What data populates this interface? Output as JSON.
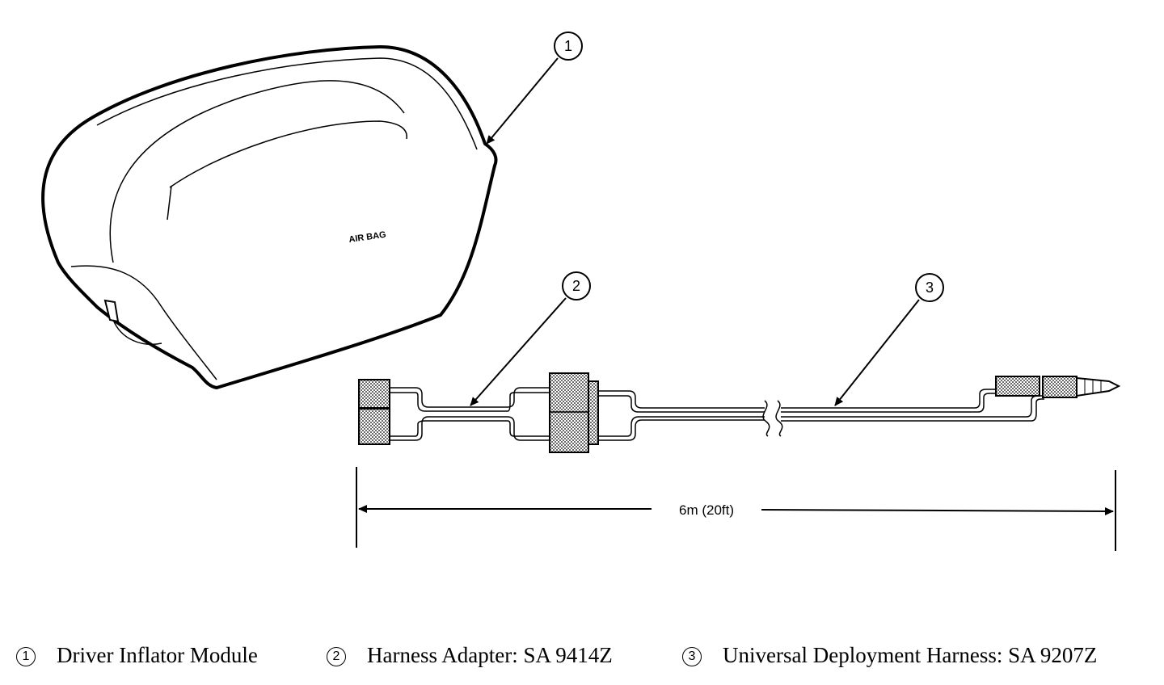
{
  "diagram": {
    "bag_label": "AIR BAG",
    "dimension_label": "6m  (20ft)",
    "callouts": [
      {
        "id": "1"
      },
      {
        "id": "2"
      },
      {
        "id": "3"
      }
    ]
  },
  "legend": {
    "items": [
      {
        "number": "1",
        "label": "Driver Inflator Module"
      },
      {
        "number": "2",
        "label": "Harness Adapter: SA 9414Z"
      },
      {
        "number": "3",
        "label": "Universal Deployment Harness: SA 9207Z"
      }
    ]
  }
}
